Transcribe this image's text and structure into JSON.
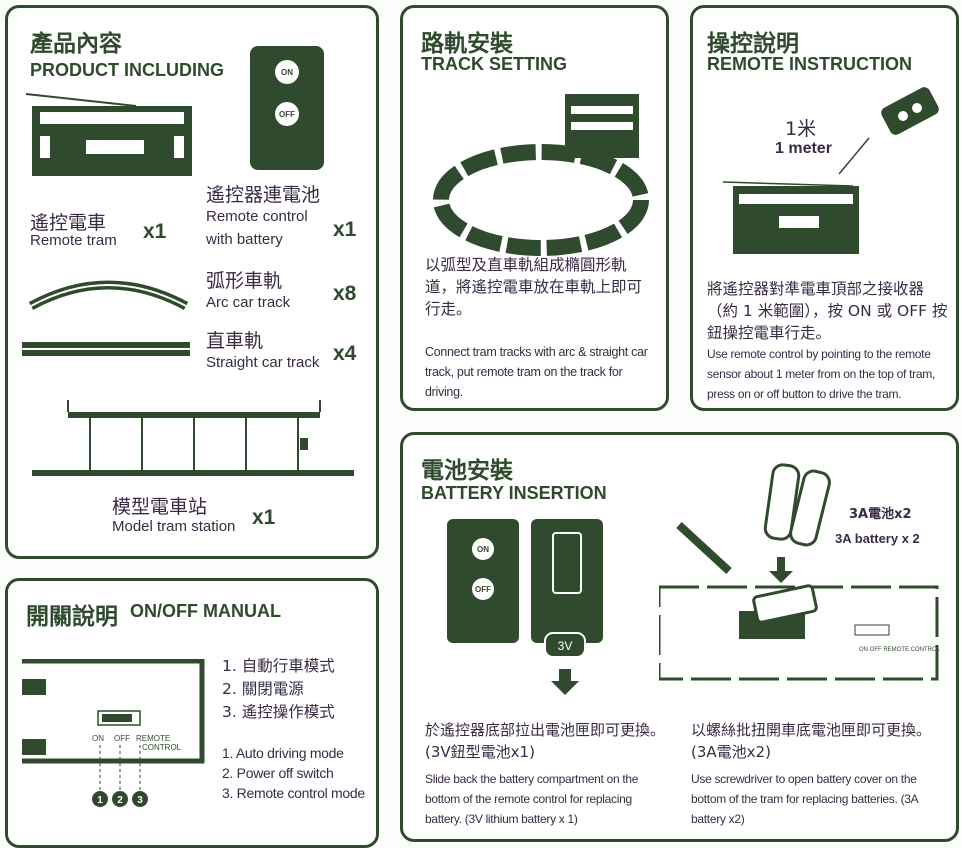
{
  "product": {
    "title_zh": "產品內容",
    "title_en": "PRODUCT INCLUDING",
    "items": [
      {
        "zh": "遙控電車",
        "en": "Remote tram",
        "qty": "x1"
      },
      {
        "zh": "遙控器連電池",
        "en_line1": "Remote control",
        "en_line2": "with battery",
        "qty": "x1"
      },
      {
        "zh": "弧形車軌",
        "en": "Arc car track",
        "qty": "x8"
      },
      {
        "zh": "直車軌",
        "en": "Straight car track",
        "qty": "x4"
      },
      {
        "zh": "模型電車站",
        "en": "Model tram station",
        "qty": "x1"
      }
    ],
    "remote_on": "ON",
    "remote_off": "OFF"
  },
  "track": {
    "title_zh": "路軌安裝",
    "title_en": "TRACK SETTING",
    "body_zh": "以弧型及直車軌組成橢圓形軌道，將遙控電車放在車軌上即可行走。",
    "body_en": "Connect tram tracks with arc & straight car track, put remote tram on the track for driving."
  },
  "remote": {
    "title_zh": "操控說明",
    "title_en": "REMOTE INSTRUCTION",
    "distance_zh": "1米",
    "distance_en": "1 meter",
    "body_zh": "將遙控器對準電車頂部之接收器（約 1 米範圍），按 ON 或 OFF 按鈕操控電車行走。",
    "body_en": "Use remote control by pointing to the remote sensor about 1 meter from on the top of tram, press on or off button to drive the tram."
  },
  "battery": {
    "title_zh": "電池安裝",
    "title_en": "BATTERY INSERTION",
    "remote_on": "ON",
    "remote_off": "OFF",
    "cell_label": "3V",
    "aa_zh": "3A電池x2",
    "aa_en": "3A battery x 2",
    "switch_labels": "ON  OFF REMOTE CONTROL",
    "left_zh": "於遙控器底部拉出電池匣即可更換。(3V鈕型電池x1)",
    "left_en": "Slide back the battery compartment on the bottom of the remote control for replacing battery. (3V lithium battery x 1)",
    "right_zh": "以螺絲批扭開車底電池匣即可更換。(3A電池x2)",
    "right_en": "Use screwdriver to open battery cover on the bottom of the tram for replacing batteries. (3A battery x2)"
  },
  "onoff": {
    "title_zh": "開關說明",
    "title_en": "ON/OFF MANUAL",
    "modes_zh": [
      "1. 自動行車模式",
      "2. 關閉電源",
      "3. 遙控操作模式"
    ],
    "modes_en": [
      "1. Auto driving mode",
      "2. Power off switch",
      "3. Remote control mode"
    ],
    "switch_on": "ON",
    "switch_off": "OFF",
    "switch_remote": "REMOTE",
    "switch_control": "CONTROL",
    "markers": [
      "1",
      "2",
      "3"
    ]
  },
  "colors": {
    "accent": "#2f4a2c",
    "text": "#3a2b45"
  }
}
